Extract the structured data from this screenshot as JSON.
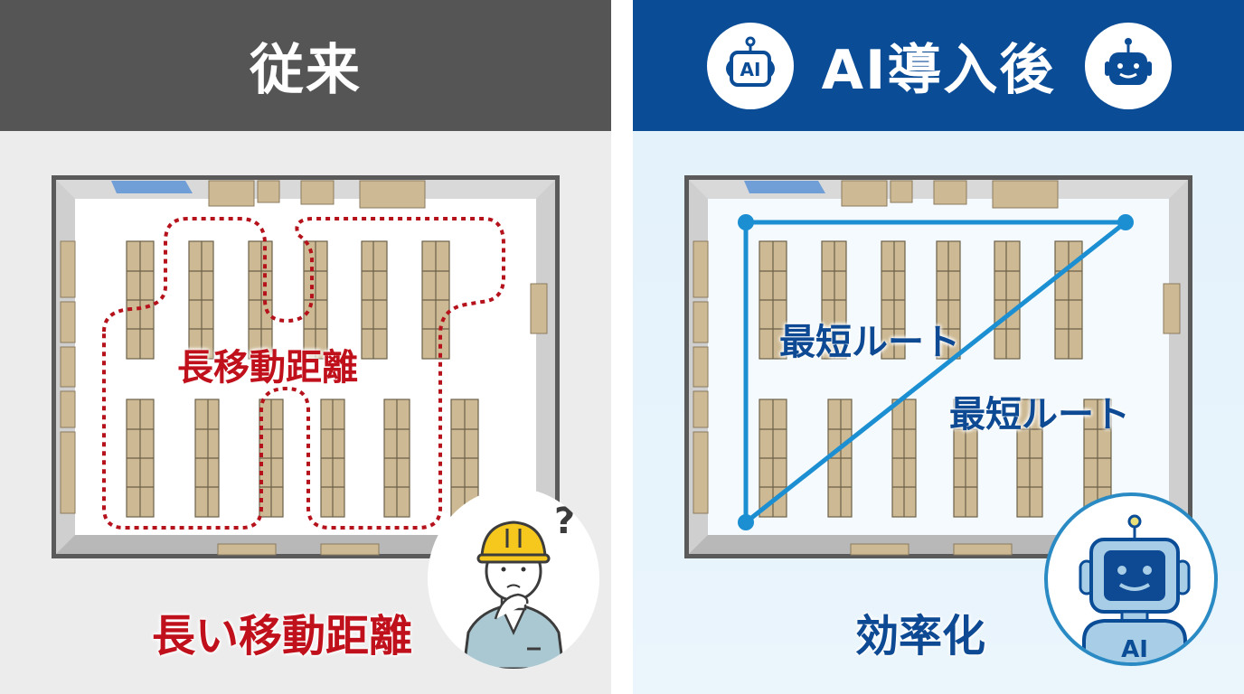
{
  "colors": {
    "left_header_bg": "#555555",
    "right_header_bg": "#0a4c96",
    "left_panel_bg": "#ececec",
    "right_panel_bg": "#e2f1fb",
    "route_red": "#b5121b",
    "route_blue": "#1b8fd2",
    "shelf": "#cdb993",
    "label_red": "#c0101b",
    "label_blue": "#0d4a93",
    "helmet_yellow": "#f6c81e"
  },
  "left": {
    "header": {
      "title": "従来"
    },
    "floor_label": "長移動距離",
    "caption": "長い移動距離",
    "worker": {
      "icon": "confused-worker-icon",
      "mark": "?"
    }
  },
  "right": {
    "header": {
      "title": "AI導入後",
      "left_badge": {
        "icon": "ai-robot-head-icon",
        "text": "AI"
      },
      "right_badge": {
        "icon": "smiling-robot-icon"
      }
    },
    "route_labels": [
      "最短ルート",
      "最短ルート"
    ],
    "caption": "効率化",
    "robot": {
      "icon": "ai-robot-icon",
      "chest_text": "AI"
    }
  }
}
